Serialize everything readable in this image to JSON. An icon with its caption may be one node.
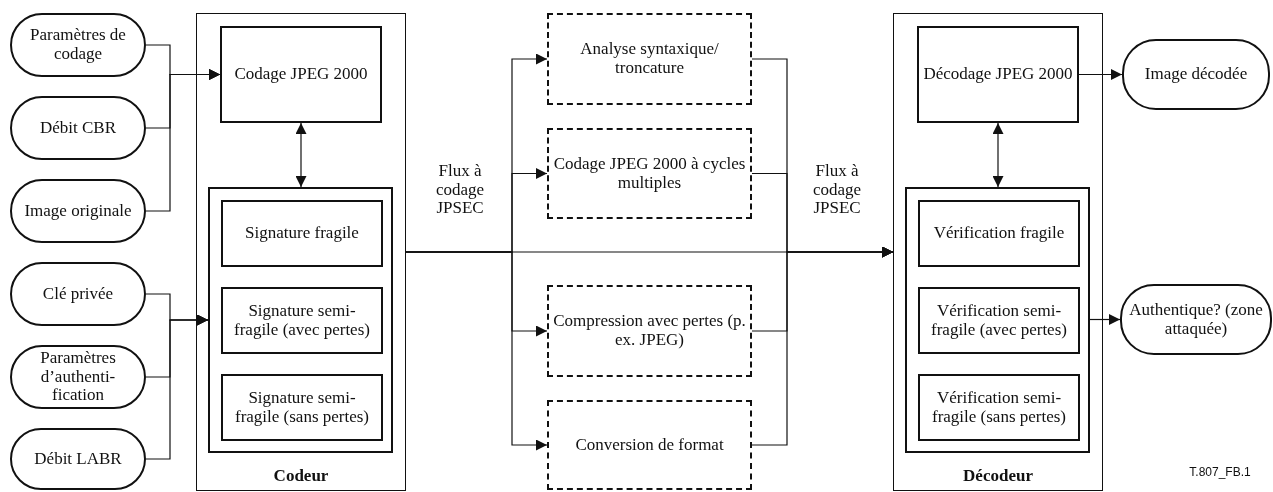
{
  "diagram": {
    "nodes": [
      {
        "text": [
          "Paramètres de codage"
        ]
      },
      {
        "text": [
          "Débit CBR"
        ]
      },
      {
        "text": [
          "Image originale"
        ]
      },
      {
        "text": [
          "Clé privée"
        ]
      },
      {
        "text": [
          "Paramètres d’authenti-fication"
        ]
      },
      {
        "text": [
          "Débit LABR"
        ]
      },
      {
        "text": [
          "Codeur"
        ]
      },
      {
        "text": [
          "Codage JPEG 2000"
        ],
        "in": 6
      },
      {
        "text": [],
        "shape": "box",
        "in": 6
      },
      {
        "text": [
          "Signature fragile"
        ],
        "in": 8
      },
      {
        "text": [
          "Signature semi-fragile (avec pertes)"
        ],
        "in": 8
      },
      {
        "text": [
          "Signature semi-fragile (sans pertes)"
        ],
        "in": 8
      },
      {
        "text": [
          "Analyse syntaxique/ troncature"
        ]
      },
      {
        "text": [
          "Codage JPEG 2000 à cycles multiples"
        ]
      },
      {
        "text": [
          "Compression avec pertes (p. ex. JPEG)"
        ]
      },
      {
        "text": [
          "Conversion de format"
        ]
      },
      {
        "text": [
          "Décodeur"
        ]
      },
      {
        "text": [
          "Décodage JPEG 2000"
        ],
        "in": 16
      },
      {
        "text": [],
        "shape": "box",
        "in": 16
      },
      {
        "text": [
          "Vérification fragile"
        ],
        "in": 18
      },
      {
        "text": [
          "Vérification semi-fragile (avec pertes)"
        ],
        "in": 18
      },
      {
        "text": [
          "Vérification semi-fragile (sans pertes)"
        ],
        "in": 18
      },
      {
        "text": [
          "Image décodée"
        ]
      },
      {
        "text": [
          "Authentique? (zone attaquée)"
        ]
      }
    ],
    "edges": [
      {
        "from": 0,
        "to": 7,
        "arrow": "to"
      },
      {
        "from": 1,
        "to": 7,
        "arrow": "to"
      },
      {
        "from": 2,
        "to": 7,
        "arrow": "to"
      },
      {
        "from": 3,
        "to": 8,
        "arrow": "to"
      },
      {
        "from": 4,
        "to": 8,
        "arrow": "to"
      },
      {
        "from": 5,
        "to": 8,
        "arrow": "to"
      },
      {
        "from": 7,
        "to": 8,
        "arrow": "both"
      },
      {
        "from": 6,
        "to": 16,
        "arrow": "to"
      },
      {
        "from": 6,
        "to": 12,
        "arrow": "to"
      },
      {
        "from": 6,
        "to": 13,
        "arrow": "to"
      },
      {
        "from": 6,
        "to": 14,
        "arrow": "to"
      },
      {
        "from": 6,
        "to": 15,
        "arrow": "to"
      },
      {
        "from": 12,
        "to": 16,
        "arrow": "to"
      },
      {
        "from": 13,
        "to": 16,
        "arrow": "to"
      },
      {
        "from": 14,
        "to": 16,
        "arrow": "to"
      },
      {
        "from": 15,
        "to": 16,
        "arrow": "to"
      },
      {
        "from": 17,
        "to": 18,
        "arrow": "both"
      },
      {
        "from": 17,
        "to": 22,
        "arrow": "to"
      },
      {
        "from": 18,
        "to": 23,
        "arrow": "to"
      }
    ],
    "labels": [
      "Flux à codage JPSEC",
      "Flux à codage JPSEC",
      "T.807_FB.1"
    ]
  }
}
